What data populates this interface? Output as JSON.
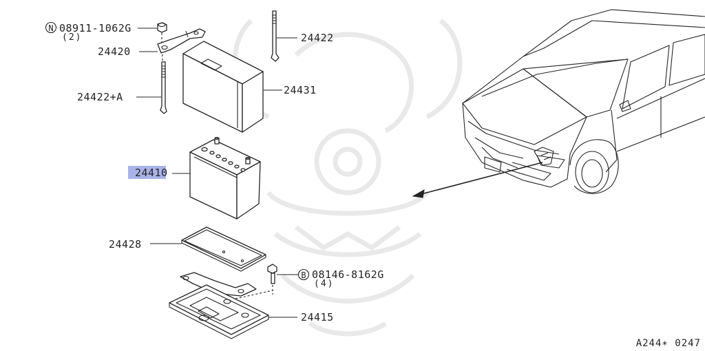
{
  "callouts": {
    "nut": {
      "circle": "N",
      "part": "08911-1062G",
      "qty": "(2)"
    },
    "bolt": {
      "circle": "B",
      "part": "08146-8162G",
      "qty": "(4)"
    },
    "rod_right": "24422",
    "clamp": "24420",
    "rod_left": "24422+A",
    "cover": "24431",
    "battery": "24410",
    "insulator": "24428",
    "tray": "24415"
  },
  "diagram_code": "A244∗ 0247",
  "colors": {
    "highlight": "#a9b3e8",
    "watermark": "#e9e9e9",
    "ink": "#222222"
  }
}
